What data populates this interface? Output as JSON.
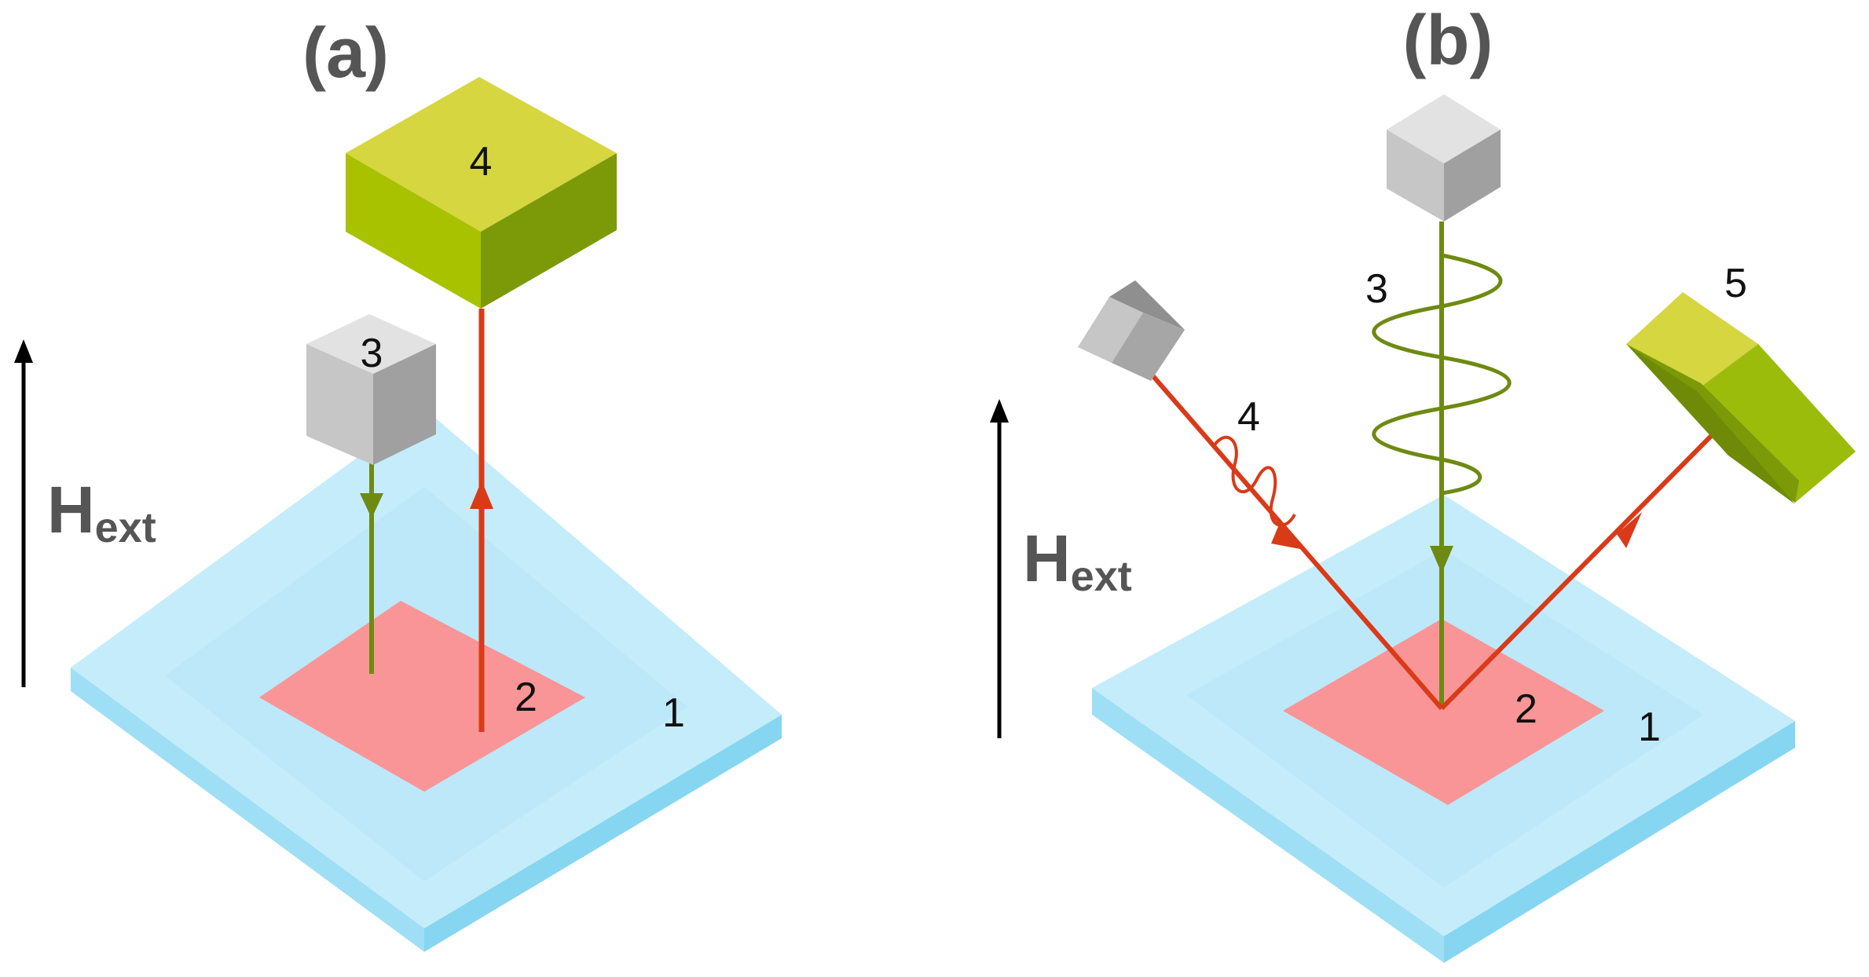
{
  "panels": {
    "a": {
      "title": "(a)",
      "field_label": {
        "main": "H",
        "sub": "ext"
      },
      "labels": {
        "substrate": "1",
        "sample": "2",
        "source": "3",
        "detector": "4"
      }
    },
    "b": {
      "title": "(b)",
      "field_label": {
        "main": "H",
        "sub": "ext"
      },
      "labels": {
        "substrate": "1",
        "sample": "2",
        "pump_beam": "3",
        "probe_beam": "4",
        "detector": "5"
      }
    }
  },
  "colors": {
    "substrate_top": "#c5ecfa",
    "substrate_side_left": "#9fdff5",
    "substrate_side_right": "#86d6f2",
    "sample": "#f99596",
    "beam_red": "#d93a18",
    "beam_green": "#6e8a12",
    "detector_top": "#d6d640",
    "detector_left": "#a8c200",
    "detector_right": "#7c9a08",
    "gray_top": "#e2e2e2",
    "gray_left": "#c6c6c6",
    "gray_right": "#a0a0a0"
  }
}
